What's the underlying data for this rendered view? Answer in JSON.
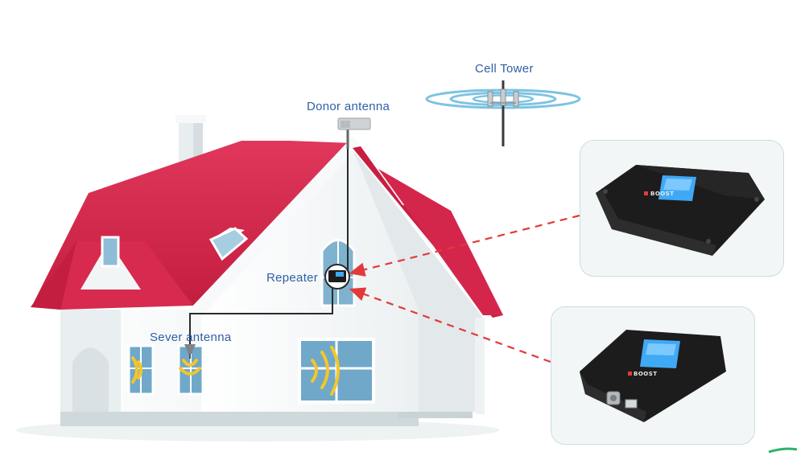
{
  "labels": {
    "cell_tower": "Cell Tower",
    "donor_antenna": "Donor antenna",
    "repeater": "Repeater",
    "server_antenna": "Sever antenna"
  },
  "device_brand": "BOOST",
  "colors": {
    "label_text": "#2f5fa5",
    "roof": "#d8284c",
    "wall": "#f4f7f8",
    "wall_shadow": "#dfe6e8",
    "window_blue": "#6fa8c9",
    "signal_yellow": "#f4c62a",
    "signal_ring": "#7ec3e2",
    "cable": "#2a2a2a",
    "dashed_arrow": "#e23a3a",
    "panel_border": "#c9dde0",
    "device_body": "#1c1c1c",
    "device_screen": "#3fa9f5"
  }
}
